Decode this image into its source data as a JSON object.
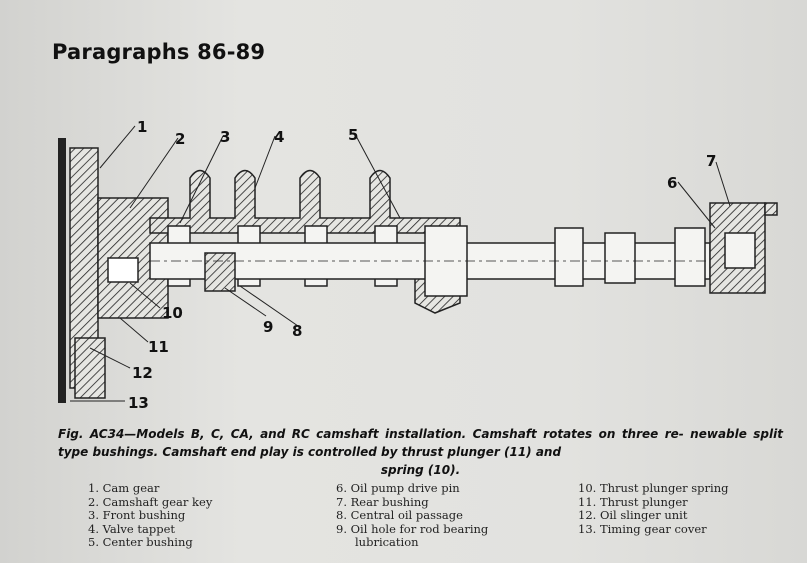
{
  "heading": "Paragraphs 86-89",
  "figure": {
    "callouts": [
      "1",
      "2",
      "3",
      "4",
      "5",
      "6",
      "7",
      "8",
      "9",
      "10",
      "11",
      "12",
      "13"
    ]
  },
  "caption": {
    "line1": "Fig. AC34—Models B, C, CA, and RC camshaft installation. Camshaft rotates on three re-",
    "line2": "newable split type bushings. Camshaft end play is controlled by thrust plunger (11) and",
    "line3": "spring (10)."
  },
  "legend": {
    "col1": [
      "1. Cam gear",
      "2. Camshaft gear key",
      "3. Front bushing",
      "4. Valve tappet",
      "5. Center bushing"
    ],
    "col2": [
      "6. Oil pump drive pin",
      "7. Rear bushing",
      "8. Central oil passage",
      "9. Oil hole for rod bearing",
      "lubrication"
    ],
    "col3": [
      "10. Thrust plunger spring",
      "11. Thrust plunger",
      "12. Oil slinger unit",
      "13. Timing gear cover"
    ]
  }
}
